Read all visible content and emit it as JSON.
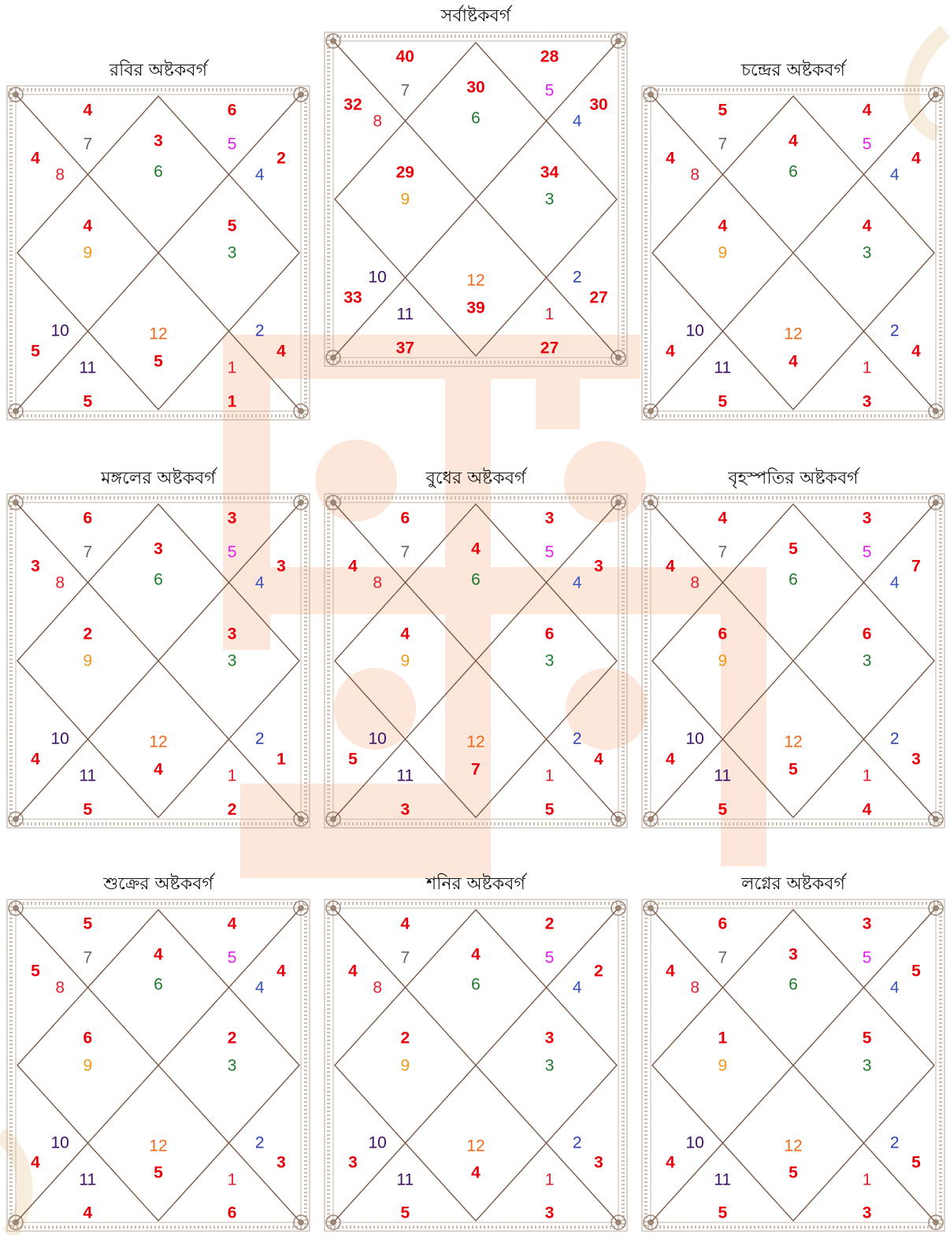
{
  "colors": {
    "sign_colors": {
      "1": "#e4212f",
      "2": "#2d3eb3",
      "3": "#1f7a2c",
      "4": "#3a57c4",
      "5": "#e21ff0",
      "6": "#1f7a2c",
      "7": "#666666",
      "8": "#e4212f",
      "9": "#eb9a1a",
      "10": "#3c1063",
      "11": "#3c1063",
      "12": "#ee6a1a"
    },
    "value_color": "#e8000b",
    "frame_color": "#7a5a48",
    "watermark_color": "#fde6da"
  },
  "charts": [
    {
      "key": "sun",
      "title": "রবির অষ্টকবর্গ",
      "signs": [
        "6",
        "5",
        "4",
        "3",
        "2",
        "1",
        "12",
        "11",
        "10",
        "9",
        "8",
        "7"
      ],
      "values": [
        "3",
        "6",
        "2",
        "5",
        "4",
        "1",
        "5",
        "5",
        "5",
        "4",
        "4",
        "4"
      ]
    },
    {
      "key": "sarva",
      "title": "সর্বাষ্টকবর্গ",
      "signs": [
        "6",
        "5",
        "4",
        "3",
        "2",
        "1",
        "12",
        "11",
        "10",
        "9",
        "8",
        "7"
      ],
      "values": [
        "30",
        "28",
        "30",
        "34",
        "27",
        "27",
        "39",
        "37",
        "33",
        "29",
        "32",
        "40"
      ]
    },
    {
      "key": "moon",
      "title": "চন্দ্রের অষ্টকবর্গ",
      "signs": [
        "6",
        "5",
        "4",
        "3",
        "2",
        "1",
        "12",
        "11",
        "10",
        "9",
        "8",
        "7"
      ],
      "values": [
        "4",
        "4",
        "4",
        "4",
        "4",
        "3",
        "4",
        "5",
        "4",
        "4",
        "4",
        "5"
      ]
    },
    {
      "key": "mars",
      "title": "মঙ্গলের অষ্টকবর্গ",
      "signs": [
        "6",
        "5",
        "4",
        "3",
        "2",
        "1",
        "12",
        "11",
        "10",
        "9",
        "8",
        "7"
      ],
      "values": [
        "3",
        "3",
        "3",
        "3",
        "1",
        "2",
        "4",
        "5",
        "4",
        "2",
        "3",
        "6"
      ]
    },
    {
      "key": "mercury",
      "title": "বুধের অষ্টকবর্গ",
      "signs": [
        "6",
        "5",
        "4",
        "3",
        "2",
        "1",
        "12",
        "11",
        "10",
        "9",
        "8",
        "7"
      ],
      "values": [
        "4",
        "3",
        "3",
        "6",
        "4",
        "5",
        "7",
        "3",
        "5",
        "4",
        "4",
        "6"
      ]
    },
    {
      "key": "jupiter",
      "title": "বৃহস্পতির অষ্টকবর্গ",
      "signs": [
        "6",
        "5",
        "4",
        "3",
        "2",
        "1",
        "12",
        "11",
        "10",
        "9",
        "8",
        "7"
      ],
      "values": [
        "5",
        "3",
        "7",
        "6",
        "3",
        "4",
        "5",
        "5",
        "4",
        "6",
        "4",
        "4"
      ]
    },
    {
      "key": "venus",
      "title": "শুক্রের অষ্টকবর্গ",
      "signs": [
        "6",
        "5",
        "4",
        "3",
        "2",
        "1",
        "12",
        "11",
        "10",
        "9",
        "8",
        "7"
      ],
      "values": [
        "4",
        "4",
        "4",
        "2",
        "3",
        "6",
        "5",
        "4",
        "4",
        "6",
        "5",
        "5"
      ]
    },
    {
      "key": "saturn",
      "title": "শনির অষ্টকবর্গ",
      "signs": [
        "6",
        "5",
        "4",
        "3",
        "2",
        "1",
        "12",
        "11",
        "10",
        "9",
        "8",
        "7"
      ],
      "values": [
        "4",
        "2",
        "2",
        "3",
        "3",
        "3",
        "4",
        "5",
        "3",
        "2",
        "4",
        "4"
      ]
    },
    {
      "key": "lagna",
      "title": "লগ্নের অষ্টকবর্গ",
      "signs": [
        "6",
        "5",
        "4",
        "3",
        "2",
        "1",
        "12",
        "11",
        "10",
        "9",
        "8",
        "7"
      ],
      "values": [
        "3",
        "3",
        "5",
        "5",
        "5",
        "3",
        "5",
        "5",
        "4",
        "1",
        "4",
        "6"
      ]
    }
  ]
}
